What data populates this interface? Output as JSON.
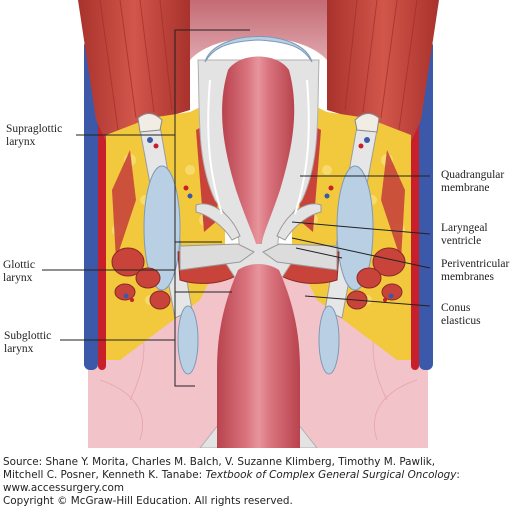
{
  "labels": {
    "supraglottic": [
      "Supraglottic",
      "larynx"
    ],
    "glottic": [
      "Glottic",
      "larynx"
    ],
    "subglottic": [
      "Subglottic",
      "larynx"
    ],
    "quadrangular": [
      "Quadrangular",
      "membrane"
    ],
    "laryngeal_ventricle": [
      "Laryngeal",
      "ventricle"
    ],
    "periventricular": [
      "Periventricular",
      "membranes"
    ],
    "conus": [
      "Conus",
      "elasticus"
    ]
  },
  "credit": {
    "line1": "Source: Shane Y. Morita, Charles M. Balch, V. Suzanne Klimberg, Timothy M. Pawlik,",
    "line2_prefix": "Mitchell C. Posner, Kenneth K. Tanabe: ",
    "line2_title": "Textbook of Complex General Surgical Oncology",
    "line2_suffix": ":",
    "line3": "www.accessurgery.com",
    "line4": "Copyright © McGraw-Hill Education. All rights reserved."
  },
  "colors": {
    "background": "#ffffff",
    "muscle": "#c8443a",
    "muscle_dark": "#9e2e28",
    "fat": "#f2c93c",
    "cartilage": "#b9cfe3",
    "mucosa": "#c4505a",
    "lumen_pink": "#e6a0a8",
    "tissue_pink": "#f0b8c0",
    "vessel_blue": "#3b59a8",
    "vessel_red": "#c8202a",
    "gray_tissue": "#dcdcdc",
    "leader": "#222222"
  }
}
